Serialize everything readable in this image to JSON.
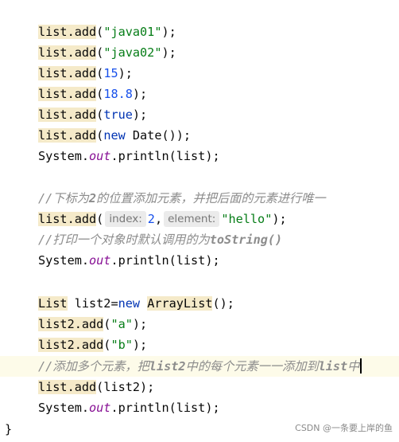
{
  "code": {
    "l1": {
      "obj": "list.add",
      "open": "(",
      "arg": "\"java01\"",
      "close": ");"
    },
    "l2": {
      "obj": "list.add",
      "open": "(",
      "arg": "\"java02\"",
      "close": ");"
    },
    "l3": {
      "obj": "list.add",
      "open": "(",
      "arg": "15",
      "close": ");"
    },
    "l4": {
      "obj": "list.add",
      "open": "(",
      "arg": "18.8",
      "close": ");"
    },
    "l5": {
      "obj": "list.add",
      "open": "(",
      "arg": "true",
      "close": ");"
    },
    "l6": {
      "obj": "list.add",
      "open": "(",
      "kw": "new",
      "rest": " Date());"
    },
    "l7": {
      "pre": "System.",
      "fld": "out",
      "post": ".println(list);"
    },
    "c1": {
      "a": "//下标为",
      "b": "2",
      "c": "的位置添加元素，并把后面的元素进行唯一"
    },
    "l8": {
      "obj": "list.add",
      "open": "(",
      "hint1": "index:",
      "arg1": "2",
      "comma": ",",
      "hint2": "element:",
      "arg2": "\"hello\"",
      "close": ");"
    },
    "c2": {
      "a": "//打印一个对象时默认调用的为",
      "b": "toString()"
    },
    "l9": {
      "pre": "System.",
      "fld": "out",
      "post": ".println(list);"
    },
    "l10": {
      "t1": "List",
      "t2": " list2=",
      "kw": "new",
      "sp": " ",
      "t3": "ArrayList",
      "t4": "();"
    },
    "l11": {
      "obj": "list2.add",
      "open": "(",
      "arg": "\"a\"",
      "close": ");"
    },
    "l12": {
      "obj": "list2.add",
      "open": "(",
      "arg": "\"b\"",
      "close": ");"
    },
    "c3": {
      "a": "//添加多个元素，把",
      "b": "list2",
      "c": "中的每个元素一一添加到",
      "d": "list",
      "e": "中"
    },
    "l13": {
      "obj": "list.add",
      "open": "(",
      "arg": "list2",
      "close": ");"
    },
    "l14": {
      "pre": "System.",
      "fld": "out",
      "post": ".println(list);"
    },
    "brace": "}"
  },
  "watermark": "CSDN @一条要上岸的鱼",
  "colors": {
    "string": "#067d17",
    "number": "#1750eb",
    "keyword": "#0033b3",
    "field": "#871094",
    "comment": "#8c8c8c",
    "highlight": "#f5eac9"
  }
}
